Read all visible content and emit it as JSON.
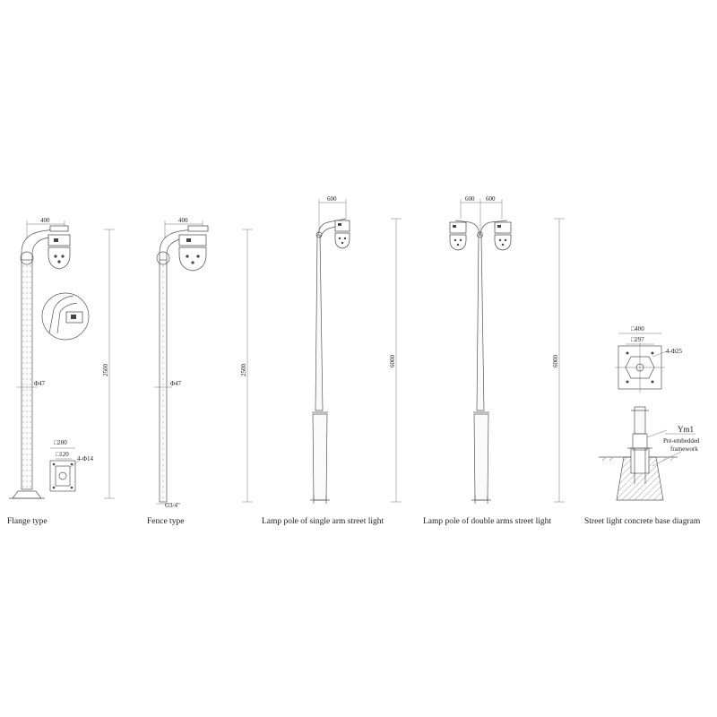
{
  "captions": {
    "flange": "Flange type",
    "fence": "Fence type",
    "single_arm": "Lamp pole of single arm street light",
    "double_arm": "Lamp pole of double arms street light",
    "concrete_base": "Street light concrete base diagram"
  },
  "flange": {
    "arm_width": "400",
    "height": "2500",
    "diameter": "Φ47",
    "plate_outer": "□200",
    "plate_inner": "□120",
    "bolt_holes": "4-Φ14"
  },
  "fence": {
    "arm_width": "400",
    "height": "2500",
    "diameter": "Φ47",
    "pipe_thread": "G3/4\""
  },
  "single_arm": {
    "arm_width": "600",
    "height": "6000"
  },
  "double_arm": {
    "arm_left": "600",
    "arm_right": "600",
    "height": "6000"
  },
  "concrete_base": {
    "plate_outer": "□400",
    "plate_inner": "□297",
    "bolt_holes": "4-Φ25",
    "ym_label": "Ym1",
    "framework_line1": "Pre-embedded",
    "framework_line2": "framework"
  }
}
